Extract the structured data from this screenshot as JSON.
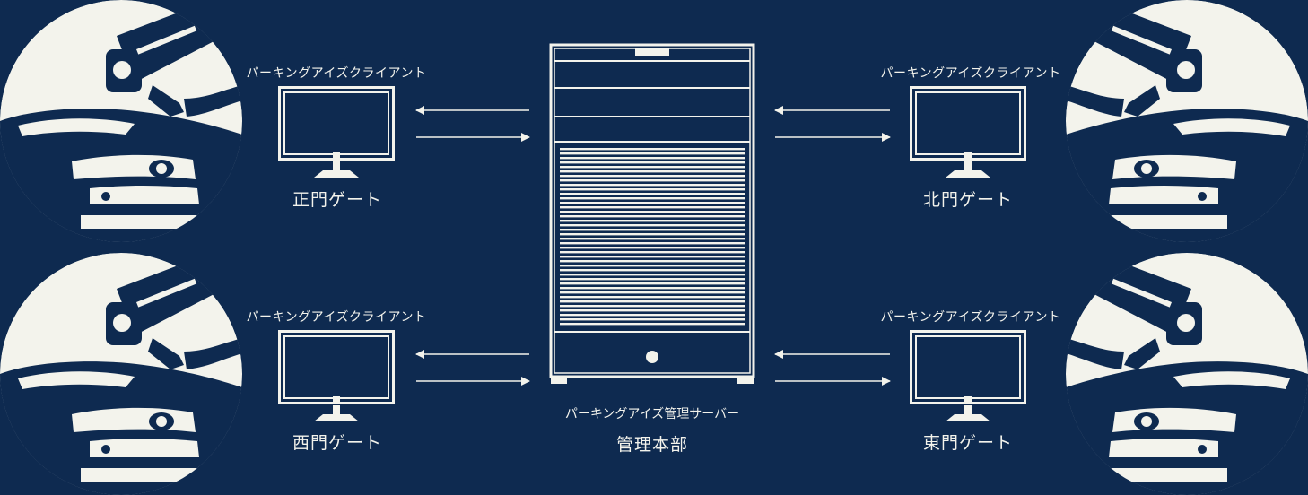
{
  "colors": {
    "background": "#0e2a50",
    "foreground": "#f3f3ec"
  },
  "gates": [
    {
      "client_label": "パーキングアイズクライアント",
      "gate_name": "正門ゲート"
    },
    {
      "client_label": "パーキングアイズクライアント",
      "gate_name": "北門ゲート"
    },
    {
      "client_label": "パーキングアイズクライアント",
      "gate_name": "西門ゲート"
    },
    {
      "client_label": "パーキングアイズクライアント",
      "gate_name": "東門ゲート"
    }
  ],
  "server": {
    "label": "パーキングアイズ管理サーバー",
    "location": "管理本部"
  },
  "icons": [
    "camera-car-icon",
    "monitor-icon",
    "server-icon",
    "arrow-icon"
  ]
}
